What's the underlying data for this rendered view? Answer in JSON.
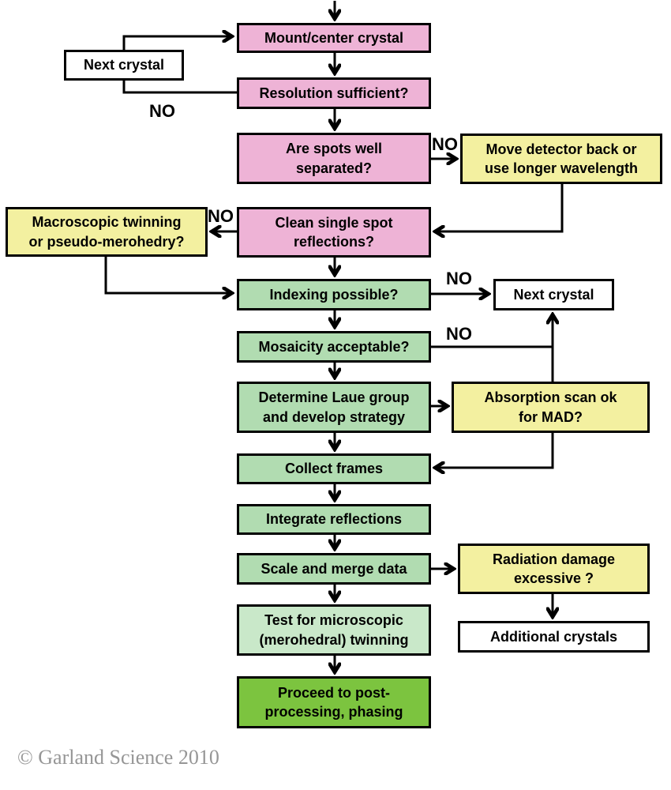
{
  "colors": {
    "pink": "#eeb3d6",
    "yellow": "#f3f0a0",
    "green": "#b1dcb1",
    "light_green": "#c9e8c9",
    "bright_green": "#7cc43f",
    "white_box": "#ffffff",
    "line": "#000000",
    "copyright_gray": "#969696"
  },
  "nodes": {
    "mount": {
      "lines": [
        "Mount/center crystal"
      ]
    },
    "next_crystal_left": {
      "lines": [
        "Next crystal"
      ]
    },
    "resolution": {
      "lines": [
        "Resolution sufficient?"
      ]
    },
    "spots": {
      "lines": [
        "Are spots well",
        "separated?"
      ]
    },
    "move_detector": {
      "lines": [
        "Move detector back or",
        "use longer wavelength"
      ]
    },
    "macroscopic": {
      "lines": [
        "Macroscopic twinning",
        "or pseudo-merohedry?"
      ]
    },
    "clean": {
      "lines": [
        "Clean single spot",
        "reflections?"
      ]
    },
    "indexing": {
      "lines": [
        "Indexing possible?"
      ]
    },
    "next_crystal_right": {
      "lines": [
        "Next crystal"
      ]
    },
    "mosaicity": {
      "lines": [
        "Mosaicity acceptable?"
      ]
    },
    "laue": {
      "lines": [
        "Determine Laue group",
        "and develop strategy"
      ]
    },
    "absorption": {
      "lines": [
        "Absorption scan ok",
        "for MAD?"
      ]
    },
    "collect": {
      "lines": [
        "Collect frames"
      ]
    },
    "integrate": {
      "lines": [
        "Integrate reflections"
      ]
    },
    "scale": {
      "lines": [
        "Scale and merge data"
      ]
    },
    "radiation": {
      "lines": [
        "Radiation damage",
        "excessive ?"
      ]
    },
    "test": {
      "lines": [
        "Test for microscopic",
        "(merohedral) twinning"
      ]
    },
    "additional": {
      "lines": [
        "Additional crystals"
      ]
    },
    "proceed": {
      "lines": [
        "Proceed to post-",
        "processing, phasing"
      ]
    }
  },
  "edge_labels": {
    "resolution_no": "NO",
    "spots_no": "NO",
    "clean_no": "NO",
    "indexing_no": "NO",
    "mosaicity_no": "NO"
  },
  "footer": {
    "copyright": "© Garland Science 2010"
  }
}
